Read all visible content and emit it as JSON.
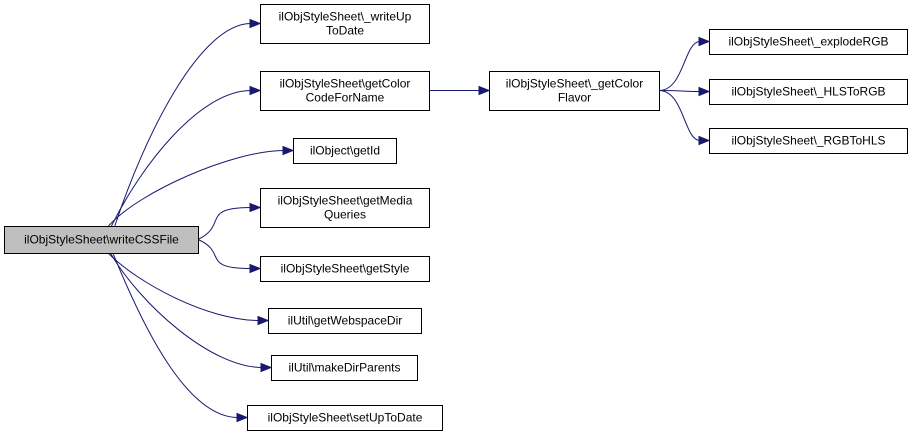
{
  "nodes": {
    "root": {
      "lines": [
        "ilObjStyleSheet\\writeCSSFile"
      ]
    },
    "writeUp": {
      "lines": [
        "ilObjStyleSheet\\_writeUp",
        "ToDate"
      ]
    },
    "getColor": {
      "lines": [
        "ilObjStyleSheet\\getColor",
        "CodeForName"
      ]
    },
    "getId": {
      "lines": [
        "ilObject\\getId"
      ]
    },
    "getMedia": {
      "lines": [
        "ilObjStyleSheet\\getMedia",
        "Queries"
      ]
    },
    "getStyle": {
      "lines": [
        "ilObjStyleSheet\\getStyle"
      ]
    },
    "getWeb": {
      "lines": [
        "ilUtil\\getWebspaceDir"
      ]
    },
    "makeDir": {
      "lines": [
        "ilUtil\\makeDirParents"
      ]
    },
    "setUp": {
      "lines": [
        "ilObjStyleSheet\\setUpToDate"
      ]
    },
    "flavor": {
      "lines": [
        "ilObjStyleSheet\\_getColor",
        "Flavor"
      ]
    },
    "explode": {
      "lines": [
        "ilObjStyleSheet\\_explodeRGB"
      ]
    },
    "hls": {
      "lines": [
        "ilObjStyleSheet\\_HLSToRGB"
      ]
    },
    "rgb": {
      "lines": [
        "ilObjStyleSheet\\_RGBToHLS"
      ]
    }
  },
  "edges": [
    [
      "root",
      "writeUp"
    ],
    [
      "root",
      "getColor"
    ],
    [
      "root",
      "getId"
    ],
    [
      "root",
      "getMedia"
    ],
    [
      "root",
      "getStyle"
    ],
    [
      "root",
      "getWeb"
    ],
    [
      "root",
      "makeDir"
    ],
    [
      "root",
      "setUp"
    ],
    [
      "getColor",
      "flavor"
    ],
    [
      "flavor",
      "explode"
    ],
    [
      "flavor",
      "hls"
    ],
    [
      "flavor",
      "rgb"
    ]
  ],
  "colors": {
    "edge": "#191970",
    "root_fill": "#bfbfbf",
    "node_fill": "#ffffff",
    "border": "#000000"
  }
}
